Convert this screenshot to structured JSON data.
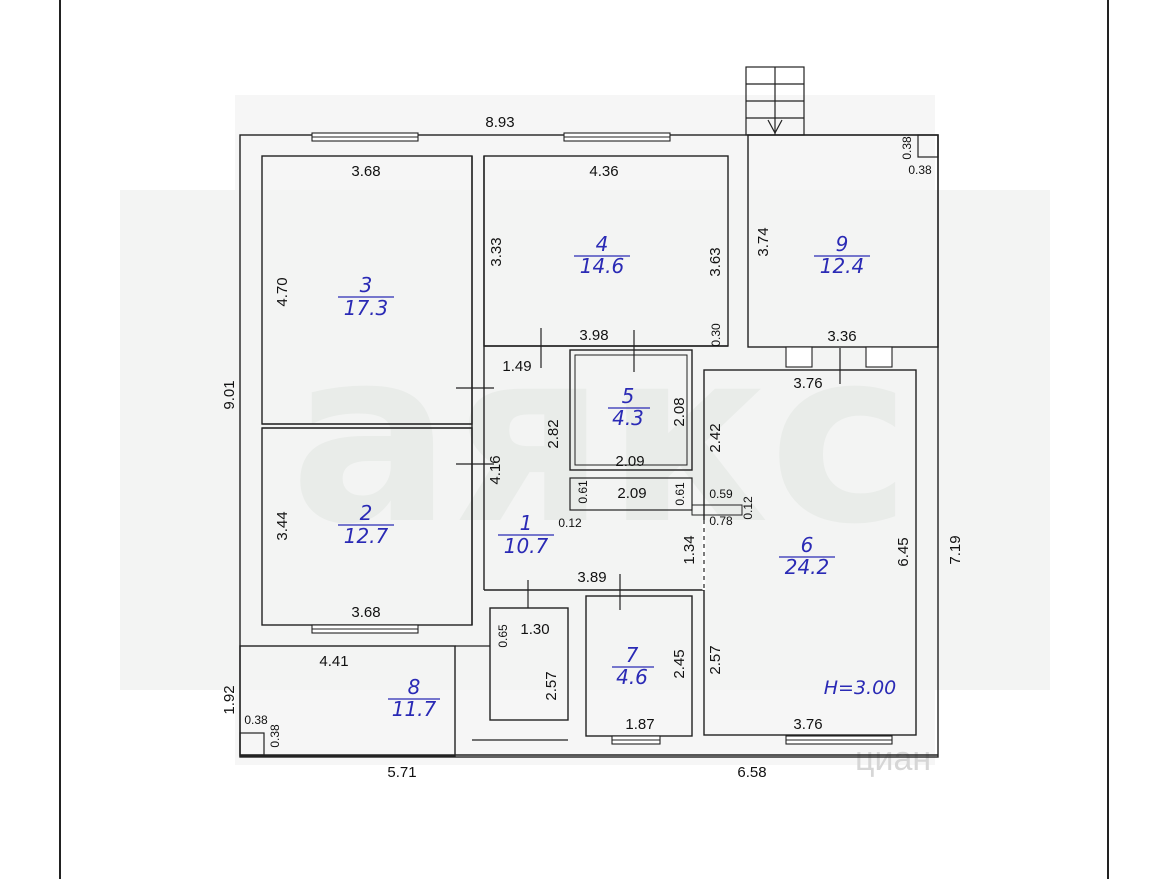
{
  "watermark": {
    "brand": "аякс",
    "secondary": "циан"
  },
  "dimensions": {
    "top_overall": "8.93",
    "left_overall": "9.01",
    "right_overall": "7.19",
    "bottom_left": "5.71",
    "bottom_right": "6.58",
    "left_bottom_block": "1.92"
  },
  "rooms": [
    {
      "number": "1",
      "area": "10.7"
    },
    {
      "number": "2",
      "area": "12.7"
    },
    {
      "number": "3",
      "area": "17.3"
    },
    {
      "number": "4",
      "area": "14.6"
    },
    {
      "number": "5",
      "area": "4.3"
    },
    {
      "number": "6",
      "area": "24.2"
    },
    {
      "number": "7",
      "area": "4.6"
    },
    {
      "number": "8",
      "area": "11.7"
    },
    {
      "number": "9",
      "area": "12.4"
    }
  ],
  "room_dimensions": {
    "r3_top": "3.68",
    "r3_left": "4.70",
    "r2_left": "3.44",
    "r2_bottom": "3.68",
    "r4_top": "4.36",
    "r4_left": "3.33",
    "r4_right": "3.63",
    "r4_bottom": "3.98",
    "r4_gap": "0.30",
    "r9_left": "3.74",
    "r9_bottom": "3.36",
    "r9_niche_v": "0.38",
    "r9_niche_h": "0.38",
    "r1_a": "1.49",
    "r1_b": "2.82",
    "r1_c": "4.16",
    "r1_d": "1.34",
    "r1_e": "0.12",
    "r1_bottom": "3.89",
    "r5_right": "2.08",
    "r5_bottom": "2.09",
    "c_top": "2.09",
    "c_left": "0.61",
    "c_right": "0.61",
    "r6_top": "3.76",
    "r6_left": "2.42",
    "r6_right": "6.45",
    "r6_bottom": "3.76",
    "r6_sub": "0.59",
    "r6_sub2": "0.78",
    "r6_sub3": "0.12",
    "r7_left": "2.57",
    "r7_right": "2.45",
    "r7_bottom": "1.87",
    "wc_top": "1.30",
    "wc_left": "0.65",
    "wc_right": "2.57",
    "r8_top": "4.41",
    "r8_niche_h": "0.38",
    "r8_niche_v": "0.38"
  },
  "ceiling_height": "H=3.00"
}
